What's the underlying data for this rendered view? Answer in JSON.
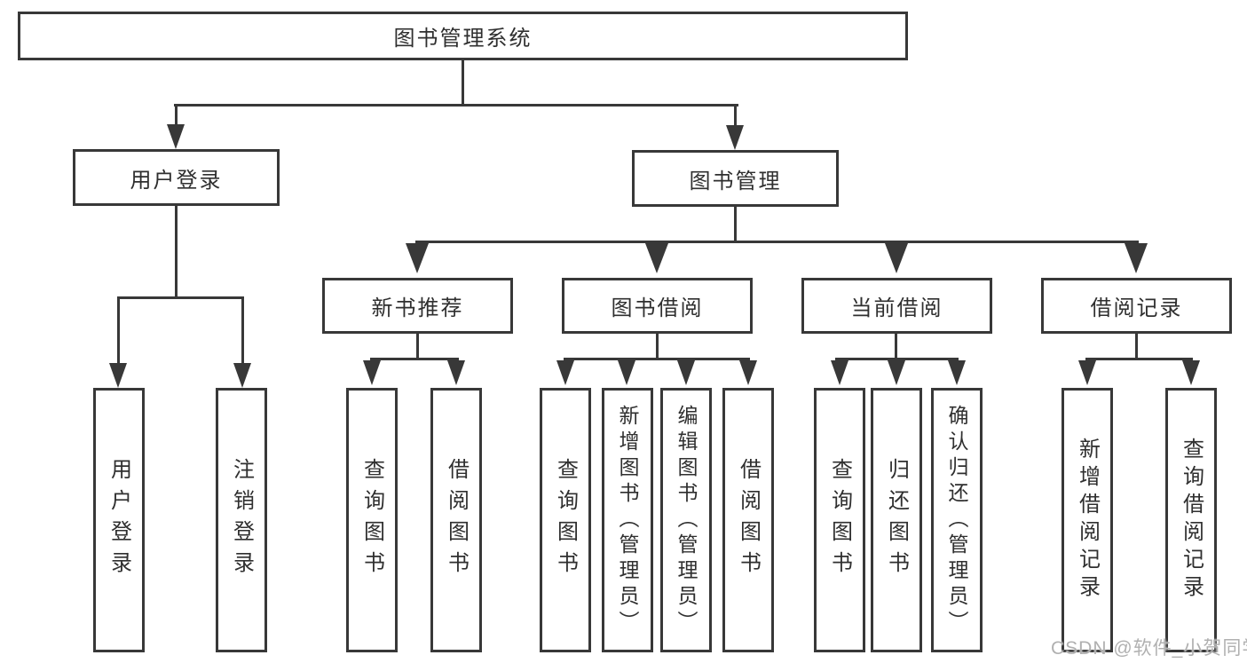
{
  "tree": {
    "root": "图书管理系统",
    "user_branch": {
      "label": "用户登录",
      "leaves": [
        "用户登录",
        "注销登录"
      ]
    },
    "book_branch": {
      "label": "图书管理",
      "sections": [
        {
          "label": "新书推荐",
          "leaves": [
            "查询图书",
            "借阅图书"
          ]
        },
        {
          "label": "图书借阅",
          "leaves": [
            "查询图书",
            "新增图书（管理员）",
            "编辑图书（管理员）",
            "借阅图书"
          ]
        },
        {
          "label": "当前借阅",
          "leaves": [
            "查询图书",
            "归还图书",
            "确认归还（管理员）"
          ]
        },
        {
          "label": "借阅记录",
          "leaves": [
            "新增借阅记录",
            "查询借阅记录"
          ]
        }
      ]
    }
  },
  "watermark": "CSDN @软件_小贺同学",
  "colors": {
    "line": "#383838",
    "text": "#2f2f2f",
    "watermark_gray": "#b0b0b0",
    "background": "#ffffff"
  }
}
